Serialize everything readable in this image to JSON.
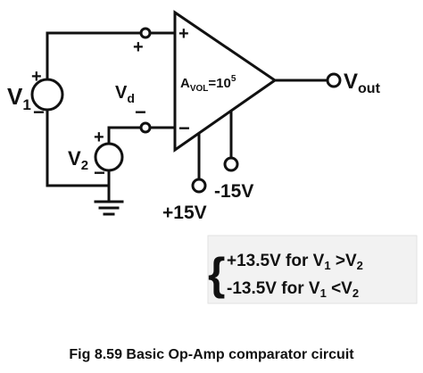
{
  "figure": {
    "caption": "Fig 8.59 Basic Op-Amp comparator circuit"
  },
  "circuit": {
    "source_1": {
      "label_main": "V",
      "label_sub": "1",
      "plus": "+",
      "minus": "−"
    },
    "source_2": {
      "label_main": "V",
      "label_sub": "2",
      "plus": "+",
      "minus": "−"
    },
    "differential_voltage": {
      "label_main": "V",
      "label_sub": "d"
    },
    "input_terminals": {
      "plus": "+",
      "minus": "−"
    },
    "opamp": {
      "inverting_sign": "−",
      "noninverting_sign": "+",
      "gain_prefix": "A",
      "gain_sub": "VOL",
      "gain_eq": "=10",
      "gain_sup": "5"
    },
    "output": {
      "label_main": "V",
      "label_sub": "out"
    },
    "supplies": {
      "positive": "+15V",
      "negative": "-15V"
    }
  },
  "conditions": {
    "brace": "{",
    "line_1": {
      "value": "+13.5V for ",
      "v_left": "V",
      "v_left_sub": "1",
      "op": " >",
      "v_right": "V",
      "v_right_sub": "2"
    },
    "line_2": {
      "value": "-13.5V for ",
      "v_left": "V",
      "v_left_sub": "1",
      "op": " <",
      "v_right": "V",
      "v_right_sub": "2"
    }
  }
}
